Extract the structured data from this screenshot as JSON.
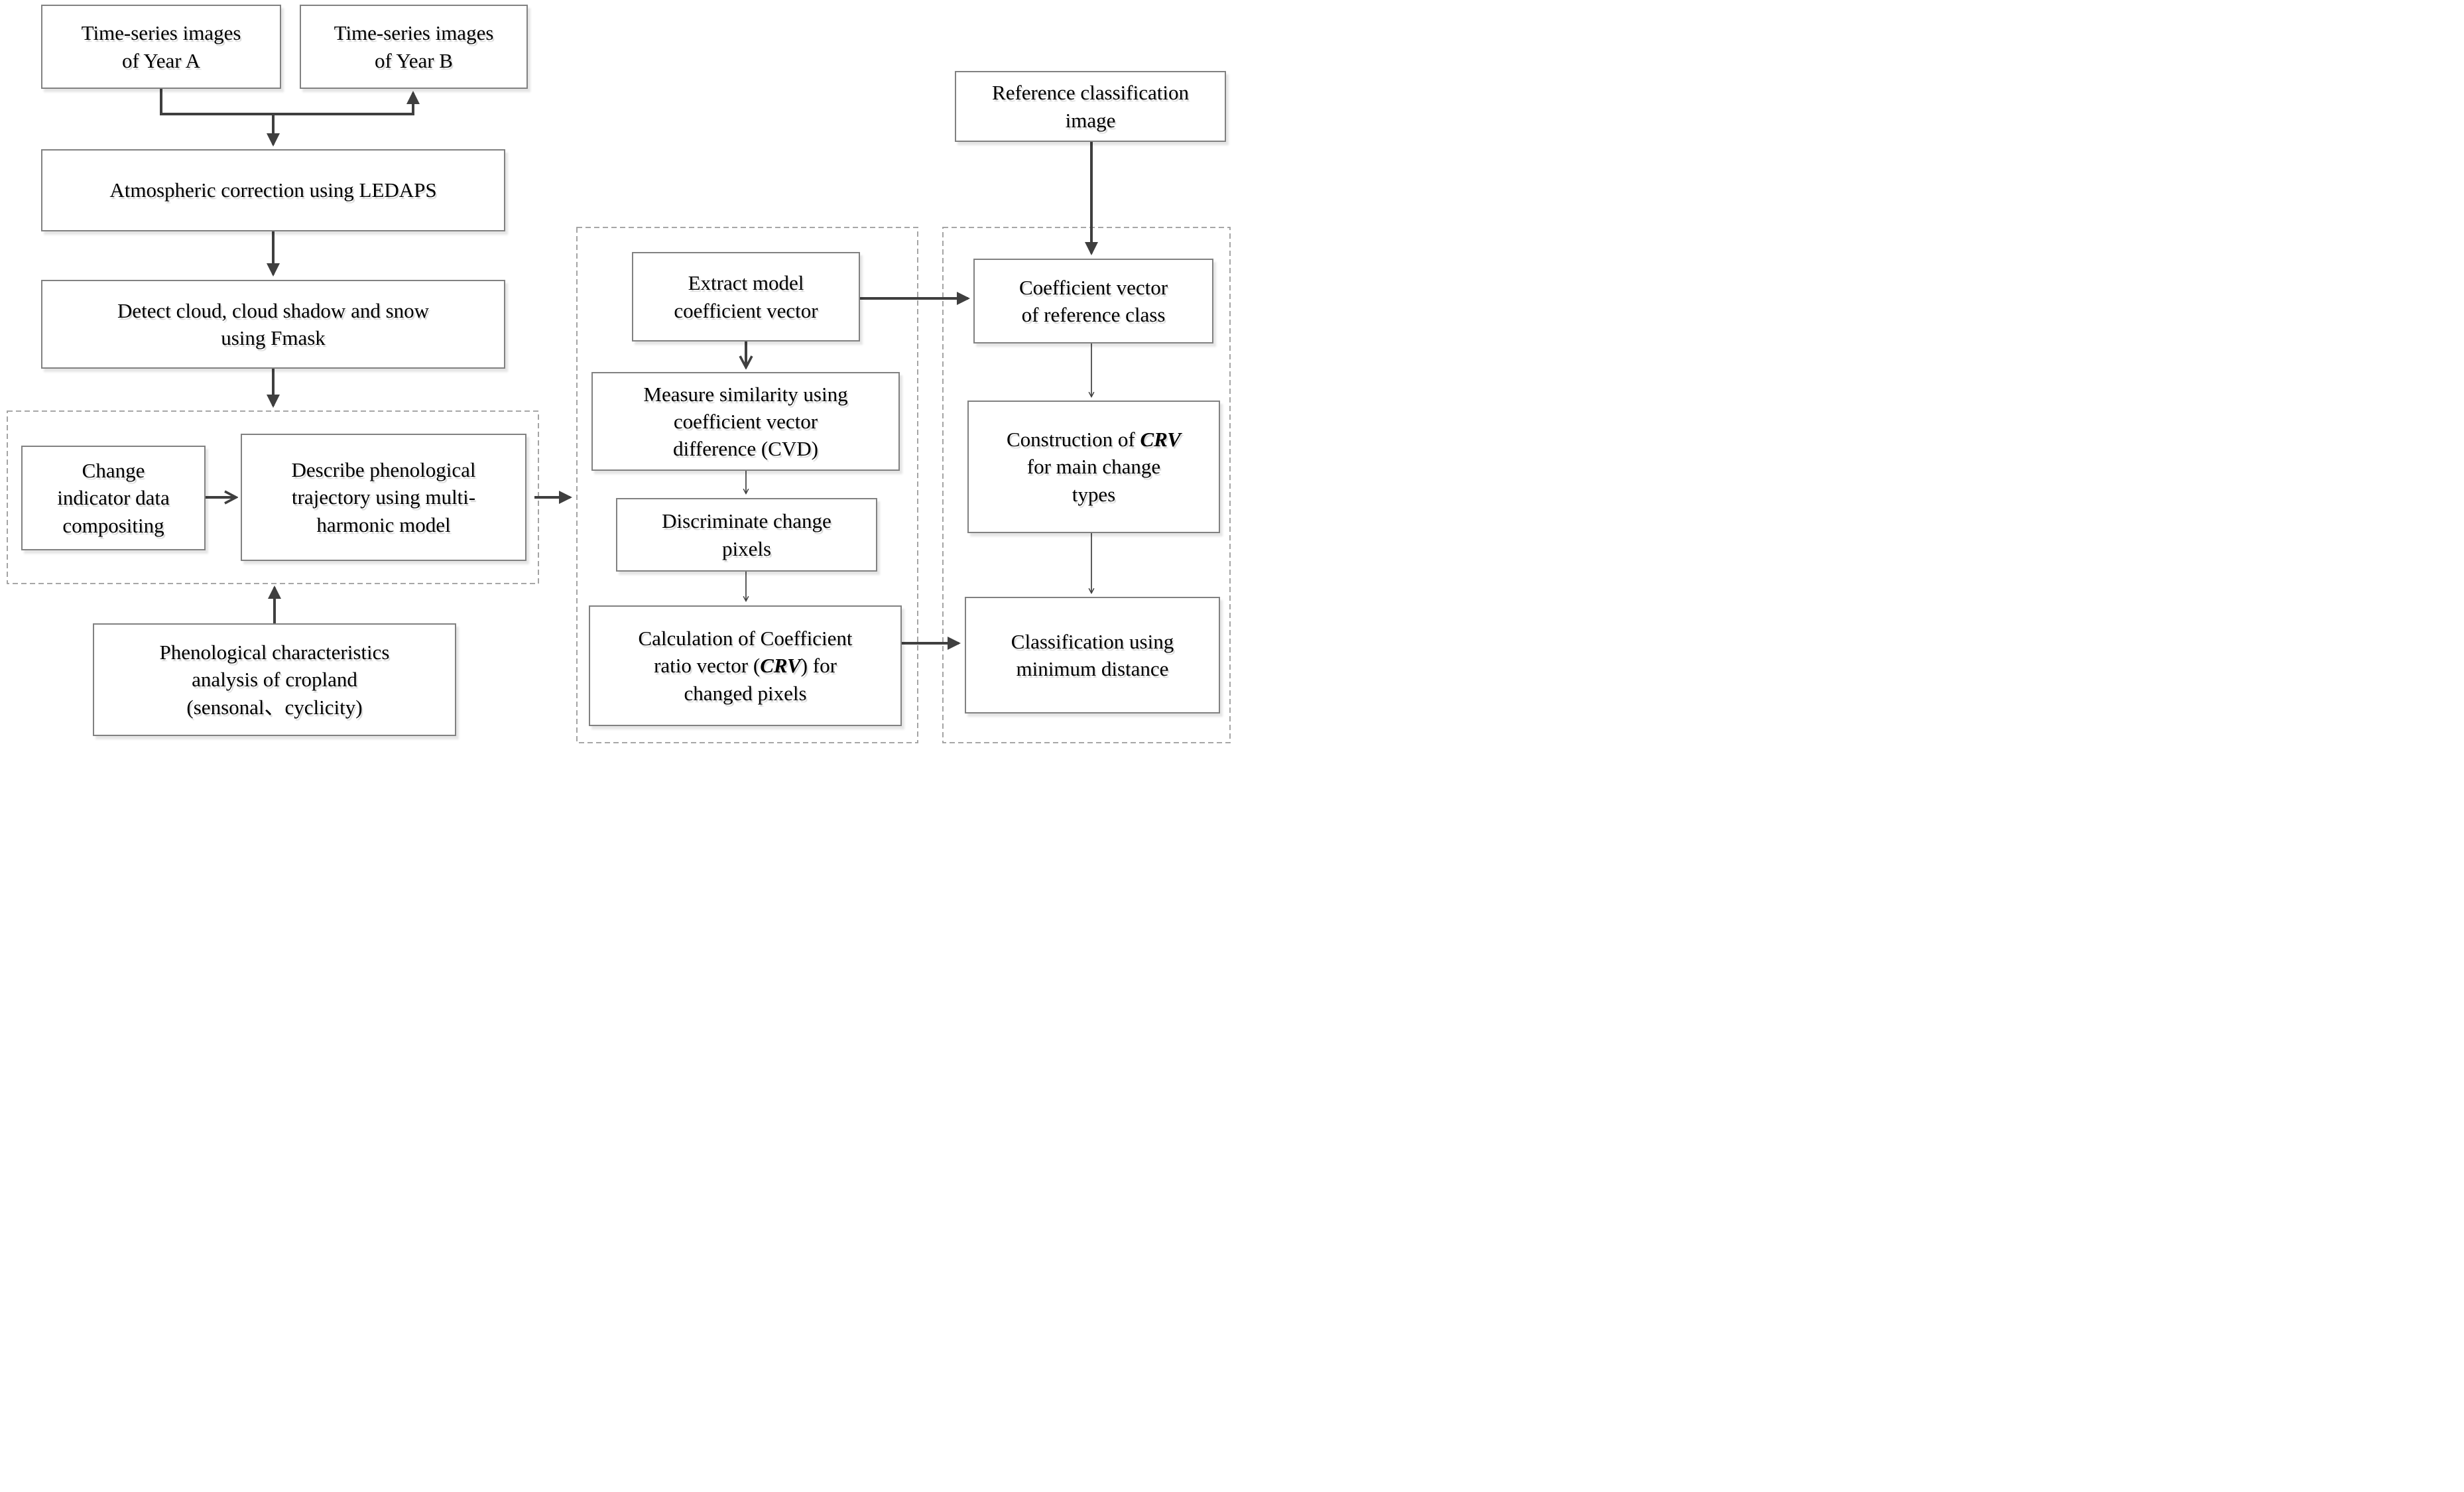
{
  "figure": {
    "background": "#ffffff",
    "box_border_color": "#818181",
    "dashed_border_color": "#9b9b9b",
    "arrow_color": "#3f3f3f",
    "text_color": "#000000"
  },
  "nodes": {
    "year_a": {
      "lines": [
        "Time-series images",
        "of Year A"
      ]
    },
    "year_b": {
      "lines": [
        "Time-series images",
        "of Year B"
      ]
    },
    "ledaps": {
      "lines": [
        "Atmospheric correction using LEDAPS"
      ]
    },
    "fmask": {
      "lines": [
        "Detect cloud, cloud shadow and snow",
        "using Fmask"
      ]
    },
    "change_indicator": {
      "lines": [
        "Change",
        "indicator data",
        "compositing"
      ]
    },
    "describe": {
      "lines": [
        "Describe phenological",
        "trajectory using multi-",
        "harmonic model"
      ]
    },
    "phenological": {
      "lines": [
        "Phenological characteristics",
        "analysis of cropland",
        "(sensonal、cyclicity)"
      ]
    },
    "extract": {
      "lines": [
        "Extract model",
        "coefficient vector"
      ]
    },
    "measure": {
      "lines": [
        "Measure similarity using",
        "coefficient vector",
        "difference (CVD)"
      ]
    },
    "discriminate": {
      "lines": [
        "Discriminate change",
        "pixels"
      ]
    },
    "calculation": {
      "rows": [
        [
          "Calculation of Coefficient"
        ],
        [
          "ratio vector (",
          "CRV",
          ") for"
        ],
        [
          "changed pixels"
        ]
      ]
    },
    "reference": {
      "lines": [
        "Reference classification",
        "image"
      ]
    },
    "coeff_vector": {
      "lines": [
        "Coefficient vector",
        "of reference class"
      ]
    },
    "construction": {
      "rows": [
        [
          "Construction of ",
          "CRV"
        ],
        [
          "for main change"
        ],
        [
          "types"
        ]
      ]
    },
    "classification": {
      "lines": [
        "Classification using",
        "minimum distance"
      ]
    }
  },
  "edges": [
    {
      "from": "year_a",
      "to": "year_b"
    },
    {
      "from": "year_a_year_b_junction",
      "to": "ledaps"
    },
    {
      "from": "ledaps",
      "to": "fmask"
    },
    {
      "from": "fmask",
      "to": "phenology_region"
    },
    {
      "from": "change_indicator",
      "to": "describe"
    },
    {
      "from": "describe",
      "to": "change_detection_region"
    },
    {
      "from": "phenological",
      "to": "phenology_region"
    },
    {
      "from": "extract",
      "to": "coeff_vector"
    },
    {
      "from": "extract",
      "to": "measure"
    },
    {
      "from": "measure",
      "to": "discriminate"
    },
    {
      "from": "discriminate",
      "to": "calculation"
    },
    {
      "from": "calculation",
      "to": "classification"
    },
    {
      "from": "reference",
      "to": "coeff_vector"
    },
    {
      "from": "coeff_vector",
      "to": "construction"
    },
    {
      "from": "construction",
      "to": "classification"
    }
  ]
}
